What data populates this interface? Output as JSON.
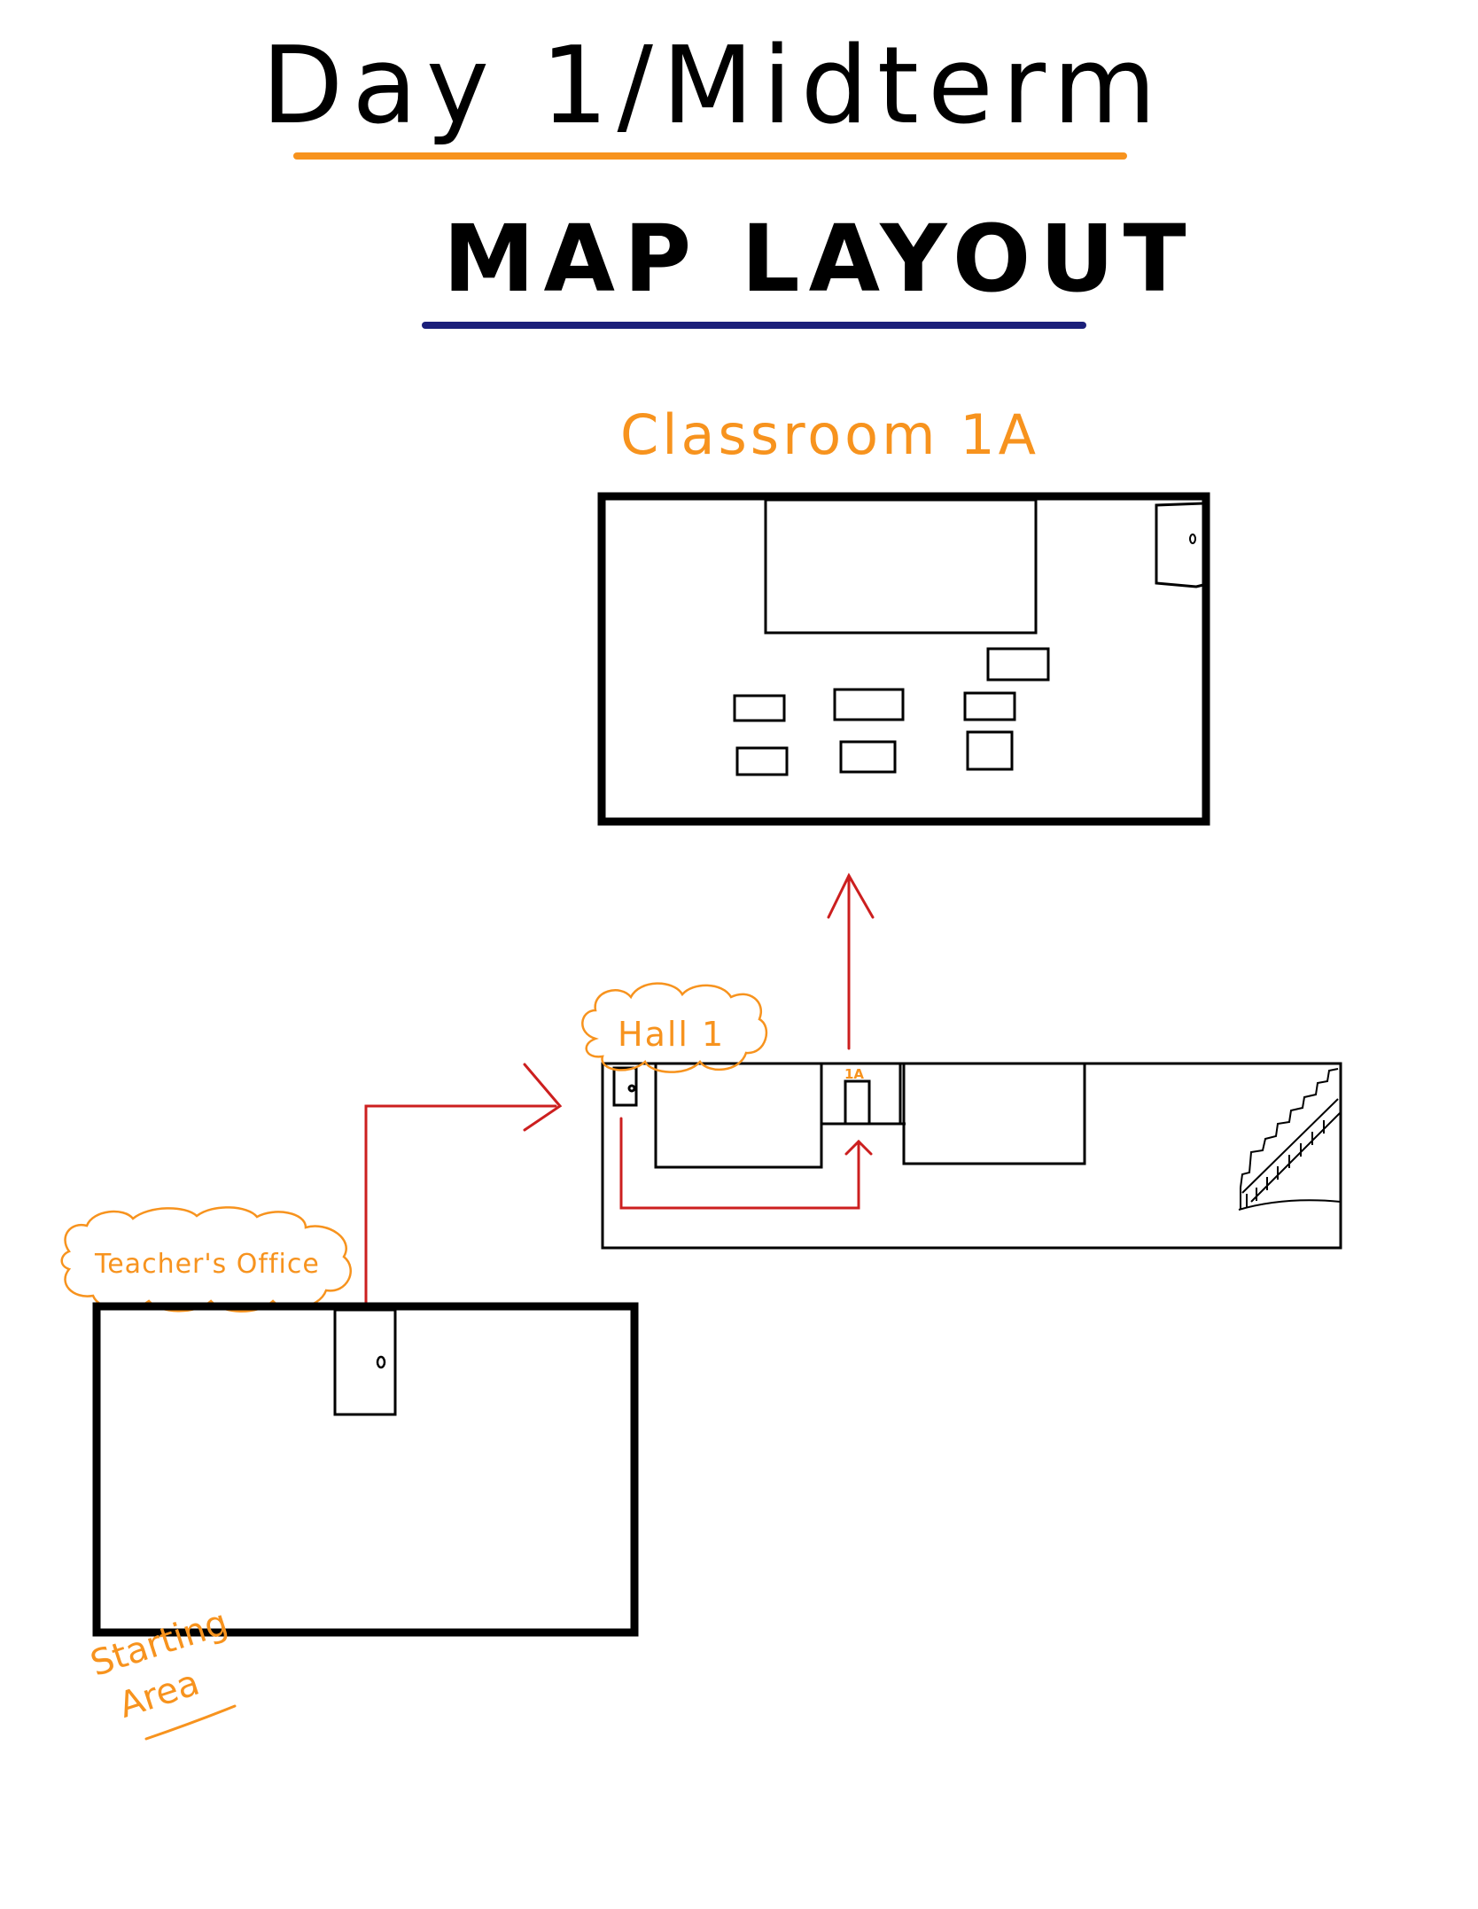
{
  "title": {
    "line1": "Day 1/Midterm",
    "line2": "MAP LAYOUT",
    "underline1_color": "#F7931E",
    "underline2_color": "#1B1F7A"
  },
  "colors": {
    "label": "#F7931E",
    "path": "#CC1F1F",
    "wall": "#000000"
  },
  "rooms": {
    "classroom": {
      "label": "Classroom 1A"
    },
    "hall": {
      "label": "Hall 1",
      "door_label": "1A"
    },
    "office": {
      "label": "Teacher's Office"
    }
  },
  "start": {
    "line1": "Starting",
    "line2": "Area"
  },
  "icons": [
    "door-icon",
    "stairs-icon",
    "path-arrow-icon",
    "cloud-label-icon"
  ]
}
